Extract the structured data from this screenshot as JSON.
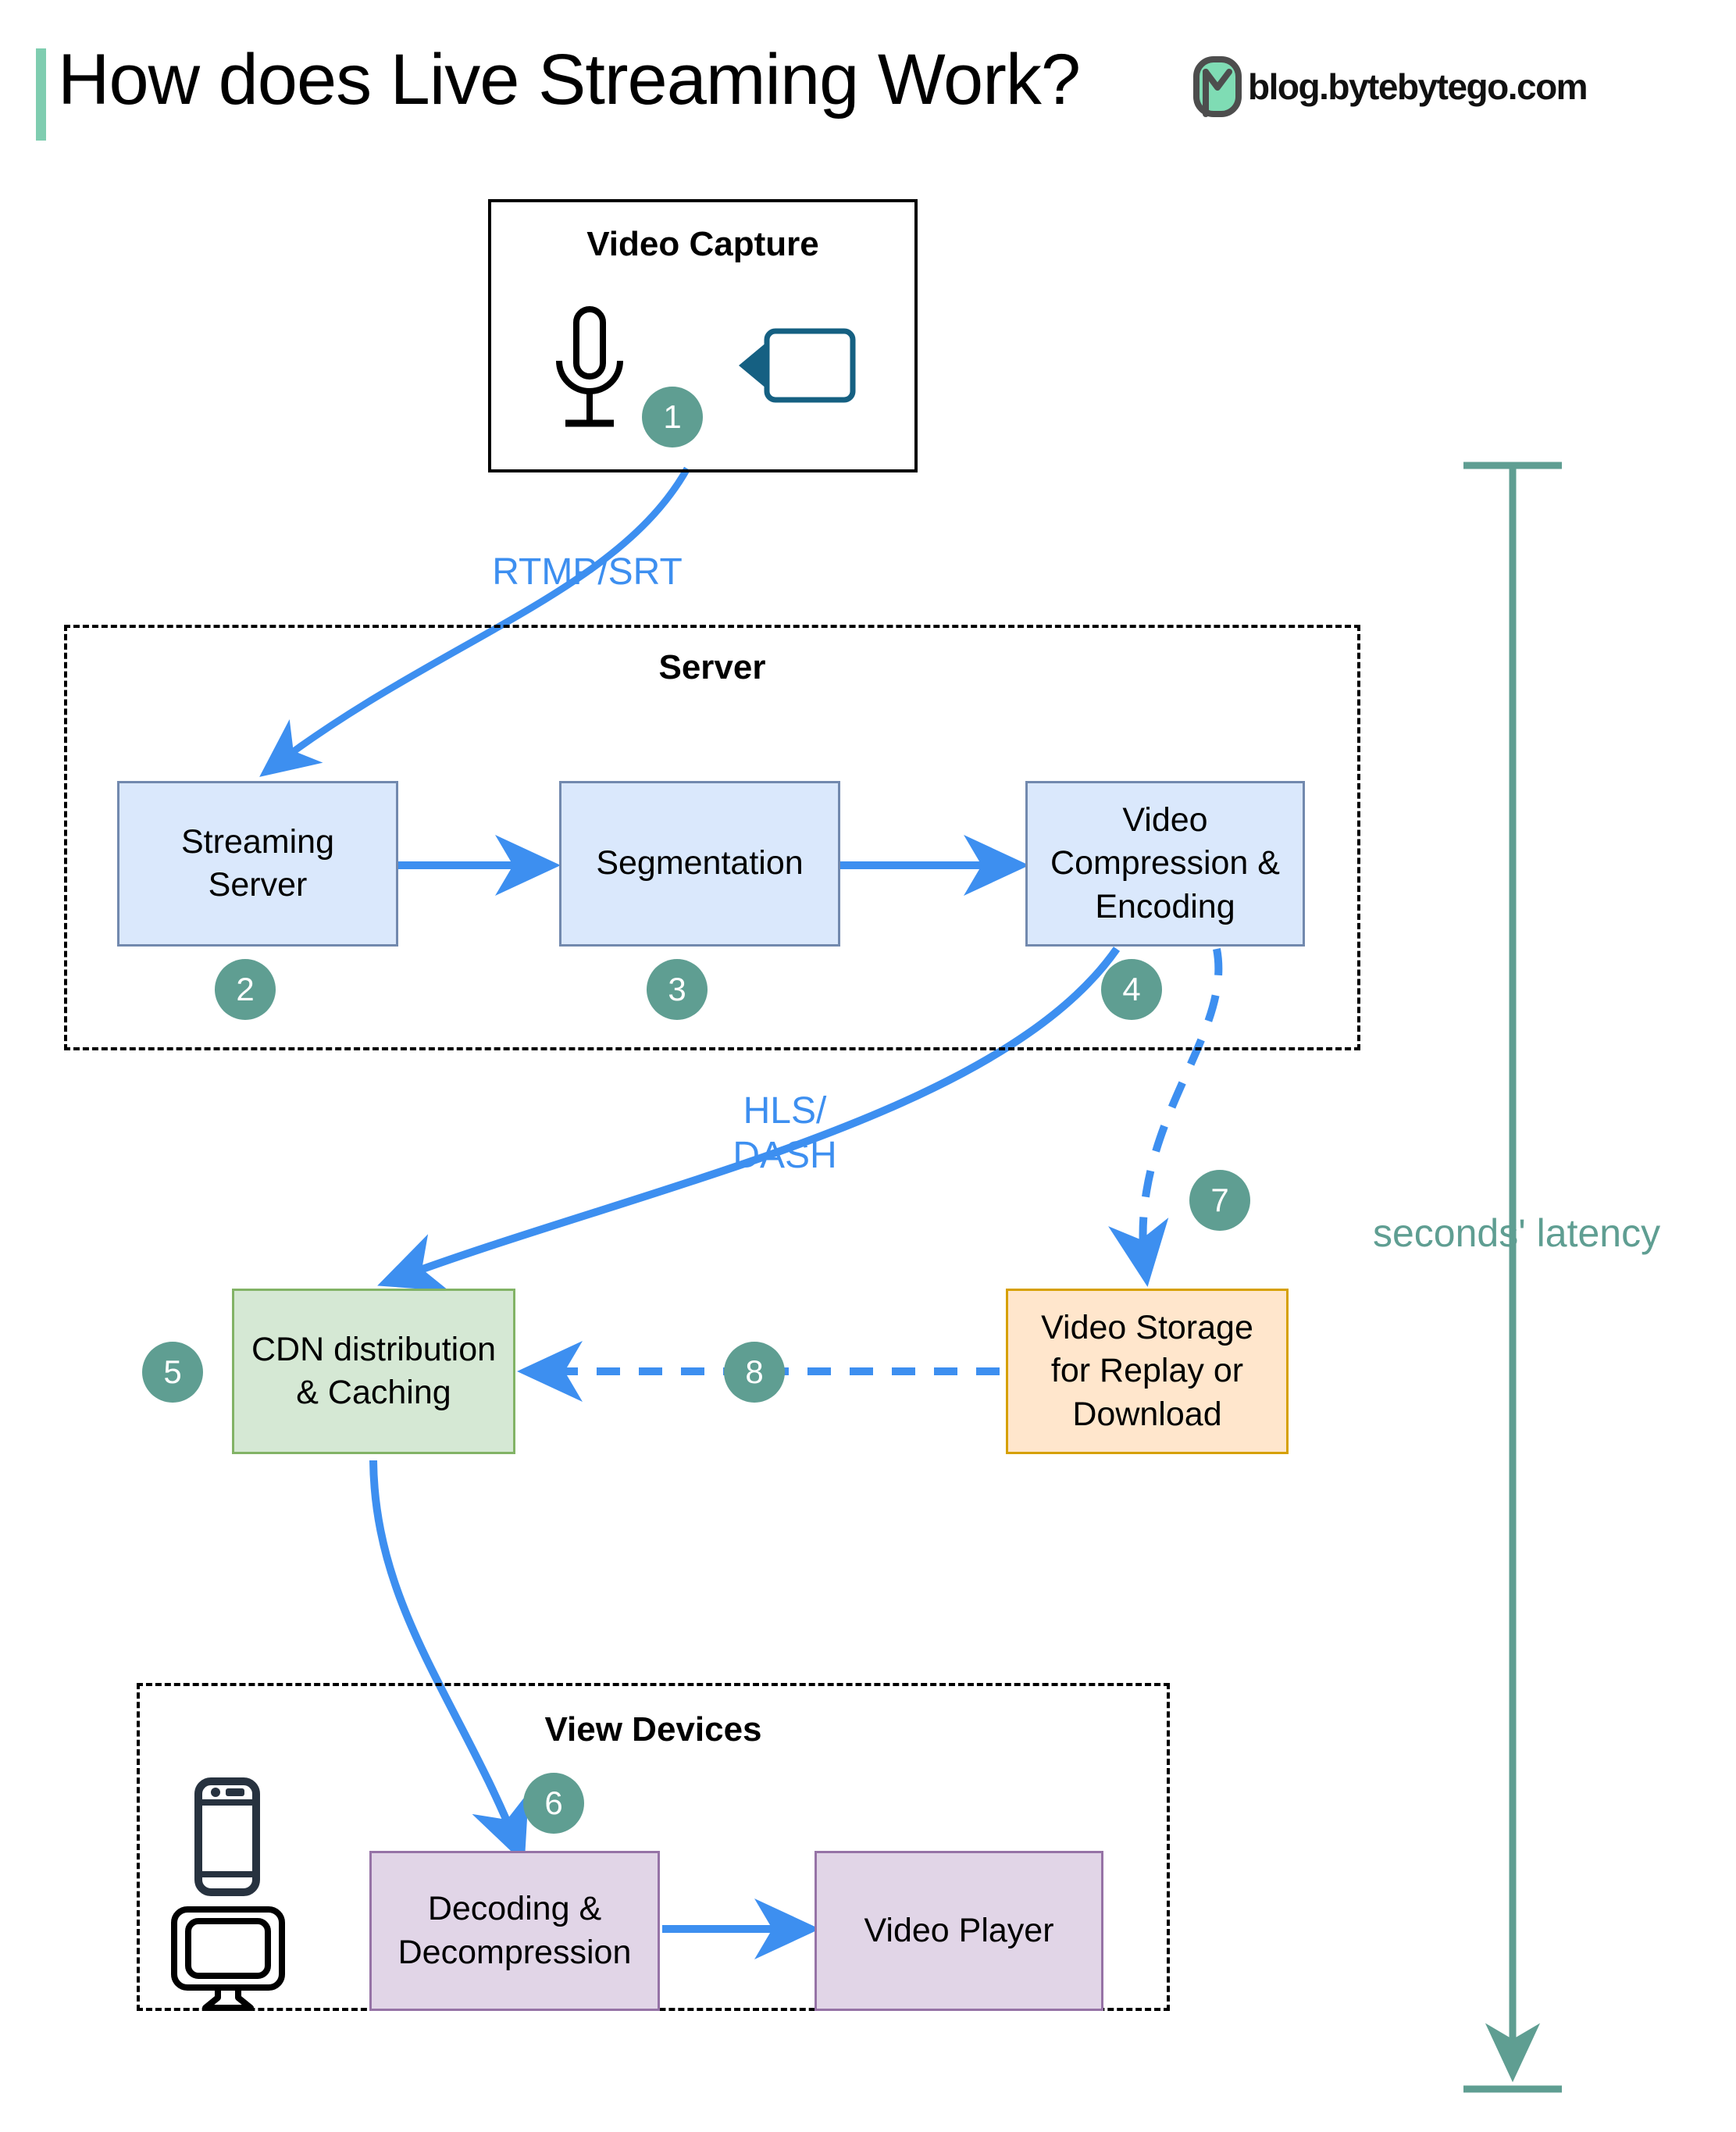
{
  "header": {
    "title": "How does Live Streaming Work?",
    "brand_text": "blog.bytebytego.com",
    "accent_color": "#7fcdb0"
  },
  "groups": {
    "video_capture": {
      "title": "Video Capture"
    },
    "server": {
      "title": "Server"
    },
    "view_devices": {
      "title": "View Devices"
    }
  },
  "nodes": {
    "streaming_server": {
      "label": "Streaming\nServer",
      "fill": "#dae8fc",
      "stroke": "#7289ae"
    },
    "segmentation": {
      "label": "Segmentation",
      "fill": "#dae8fc",
      "stroke": "#7289ae"
    },
    "video_compression": {
      "label": "Video\nCompression &\nEncoding",
      "fill": "#dae8fc",
      "stroke": "#7289ae"
    },
    "cdn": {
      "label": "CDN distribution\n& Caching",
      "fill": "#d5e8d4",
      "stroke": "#82b366"
    },
    "video_storage": {
      "label": "Video Storage\nfor Replay or\nDownload",
      "fill": "#ffe6cc",
      "stroke": "#d6a000"
    },
    "decoding": {
      "label": "Decoding &\nDecompression",
      "fill": "#e1d5e7",
      "stroke": "#9673a6"
    },
    "video_player": {
      "label": "Video Player",
      "fill": "#e1d5e7",
      "stroke": "#9673a6"
    }
  },
  "badges": {
    "one": "1",
    "two": "2",
    "three": "3",
    "four": "4",
    "five": "5",
    "six": "6",
    "seven": "7",
    "eight": "8",
    "color": "#5f9e92"
  },
  "edge_labels": {
    "rtmp_srt": "RTMP/SRT",
    "hls_dash": "HLS/\nDASH"
  },
  "annotations": {
    "latency": "seconds' latency",
    "latency_color": "#5f9e92"
  },
  "icons": {
    "microphone": "microphone-icon",
    "video_camera": "video-camera-icon",
    "smartphone": "smartphone-icon",
    "desktop_monitor": "desktop-monitor-icon",
    "brand_logo": "bytebytego-logo-icon"
  },
  "colors": {
    "arrow_blue": "#3d8ff0",
    "badge_teal": "#5f9e92",
    "accent_green": "#7fcdb0"
  }
}
